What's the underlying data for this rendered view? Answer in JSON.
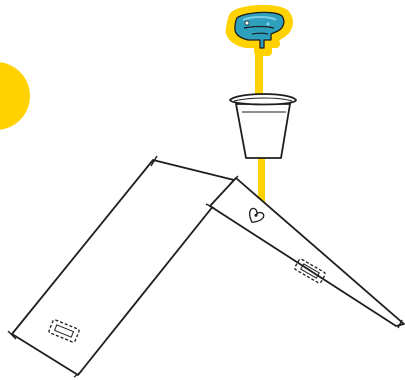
{
  "colors": {
    "background": "#ffffff",
    "ink": "#1e1e1e",
    "accent_yellow": "#ffd200",
    "dispenser_body": "#2f9fbe",
    "dispenser_highlight": "#7fd0e6",
    "cup_fill": "#ffffff"
  },
  "objects": {
    "dispenser": "water-dispenser-icon",
    "stream": "liquid-stream",
    "cup": "paper-cup",
    "ramp_left": "left-ramp-plank",
    "ramp_right": "right-ramp-plank",
    "ball": "yellow-ball",
    "marker_left": "dashed-box-marker",
    "marker_right_top": "heart-marker",
    "marker_right_bottom": "dashed-box-marker"
  }
}
